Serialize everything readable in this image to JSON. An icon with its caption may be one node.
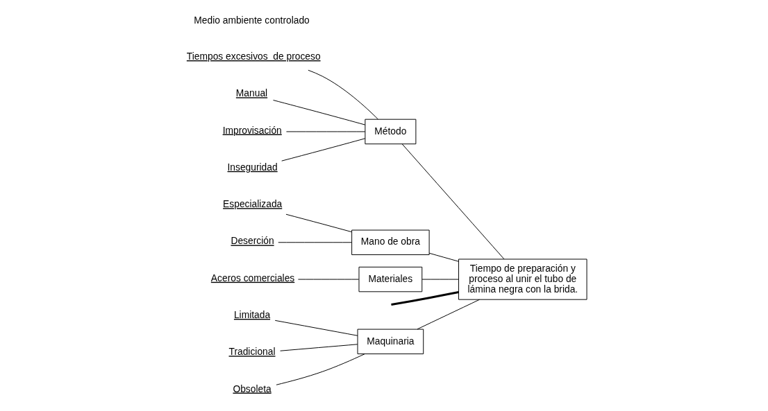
{
  "diagram": {
    "nodes": [
      {
        "text": [
          "Maquinaria"
        ]
      },
      {
        "text": [
          "Limitada"
        ]
      },
      {
        "text": [
          "Tradicional"
        ]
      },
      {
        "text": [
          "Obsoleta"
        ]
      },
      {
        "text": [
          "Método"
        ]
      },
      {
        "text": [
          "Tiempos excesivos  de proceso"
        ]
      },
      {
        "text": [
          "Manual"
        ]
      },
      {
        "text": [
          "Improvisación"
        ]
      },
      {
        "text": [
          "Inseguridad"
        ]
      },
      {
        "text": [
          "Tiempo de preparación y proceso al unir el tubo de lámina negra con la brida."
        ]
      },
      {
        "text": [
          "Especializada"
        ]
      },
      {
        "text": [
          "Deserción"
        ]
      },
      {
        "text": [
          "Mano de obra"
        ]
      },
      {
        "text": [
          "Aceros comerciales"
        ]
      },
      {
        "text": [
          "Materiales"
        ]
      }
    ],
    "edges": [
      {
        "from": null,
        "to": 9,
        "arrow": "none",
        "style": "thick"
      },
      {
        "from": 0,
        "to": 9,
        "arrow": "none"
      },
      {
        "from": 4,
        "to": 9,
        "arrow": "none"
      },
      {
        "from": 12,
        "to": 9,
        "arrow": "none"
      },
      {
        "from": 14,
        "to": 9,
        "arrow": "none"
      },
      {
        "from": 1,
        "to": 0,
        "arrow": "none"
      },
      {
        "from": 2,
        "to": 0,
        "arrow": "none"
      },
      {
        "from": 3,
        "to": 0,
        "arrow": "none"
      },
      {
        "from": 5,
        "to": 4,
        "arrow": "none"
      },
      {
        "from": 6,
        "to": 4,
        "arrow": "none"
      },
      {
        "from": 7,
        "to": 4,
        "arrow": "none"
      },
      {
        "from": 8,
        "to": 4,
        "arrow": "none"
      },
      {
        "from": 10,
        "to": 12,
        "arrow": "none"
      },
      {
        "from": 11,
        "to": 12,
        "arrow": "none"
      },
      {
        "from": 13,
        "to": 14,
        "arrow": "none"
      }
    ],
    "labels": [
      "Medio ambiente controlado"
    ]
  }
}
